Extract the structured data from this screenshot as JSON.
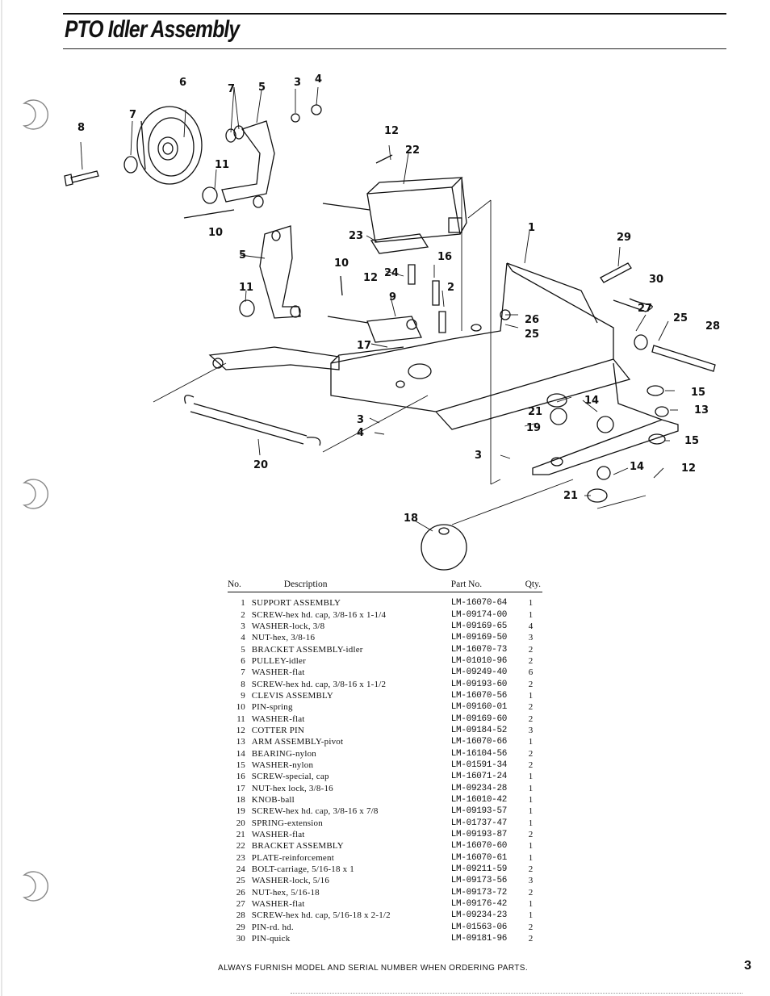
{
  "page": {
    "title": "PTO Idler Assembly",
    "footer": "ALWAYS FURNISH MODEL AND SERIAL NUMBER WHEN ORDERING PARTS.",
    "page_number": "3"
  },
  "table": {
    "headers": {
      "no": "No.",
      "description": "Description",
      "part_no": "Part No.",
      "qty": "Qty."
    },
    "rows": [
      {
        "no": "1",
        "description": "SUPPORT ASSEMBLY",
        "part_no": "LM-16070-64",
        "qty": "1"
      },
      {
        "no": "2",
        "description": "SCREW-hex hd. cap, 3/8-16 x 1-1/4",
        "part_no": "LM-09174-00",
        "qty": "1"
      },
      {
        "no": "3",
        "description": "WASHER-lock, 3/8",
        "part_no": "LM-09169-65",
        "qty": "4"
      },
      {
        "no": "4",
        "description": "NUT-hex, 3/8-16",
        "part_no": "LM-09169-50",
        "qty": "3"
      },
      {
        "no": "5",
        "description": "BRACKET ASSEMBLY-idler",
        "part_no": "LM-16070-73",
        "qty": "2"
      },
      {
        "no": "6",
        "description": "PULLEY-idler",
        "part_no": "LM-01010-96",
        "qty": "2"
      },
      {
        "no": "7",
        "description": "WASHER-flat",
        "part_no": "LM-09249-40",
        "qty": "6"
      },
      {
        "no": "8",
        "description": "SCREW-hex hd. cap, 3/8-16 x 1-1/2",
        "part_no": "LM-09193-60",
        "qty": "2"
      },
      {
        "no": "9",
        "description": "CLEVIS ASSEMBLY",
        "part_no": "LM-16070-56",
        "qty": "1"
      },
      {
        "no": "10",
        "description": "PIN-spring",
        "part_no": "LM-09160-01",
        "qty": "2"
      },
      {
        "no": "11",
        "description": "WASHER-flat",
        "part_no": "LM-09169-60",
        "qty": "2"
      },
      {
        "no": "12",
        "description": "COTTER PIN",
        "part_no": "LM-09184-52",
        "qty": "3"
      },
      {
        "no": "13",
        "description": "ARM ASSEMBLY-pivot",
        "part_no": "LM-16070-66",
        "qty": "1"
      },
      {
        "no": "14",
        "description": "BEARING-nylon",
        "part_no": "LM-16104-56",
        "qty": "2"
      },
      {
        "no": "15",
        "description": "WASHER-nylon",
        "part_no": "LM-01591-34",
        "qty": "2"
      },
      {
        "no": "16",
        "description": "SCREW-special, cap",
        "part_no": "LM-16071-24",
        "qty": "1"
      },
      {
        "no": "17",
        "description": "NUT-hex lock, 3/8-16",
        "part_no": "LM-09234-28",
        "qty": "1"
      },
      {
        "no": "18",
        "description": "KNOB-ball",
        "part_no": "LM-16010-42",
        "qty": "1"
      },
      {
        "no": "19",
        "description": "SCREW-hex hd. cap, 3/8-16 x 7/8",
        "part_no": "LM-09193-57",
        "qty": "1"
      },
      {
        "no": "20",
        "description": "SPRING-extension",
        "part_no": "LM-01737-47",
        "qty": "1"
      },
      {
        "no": "21",
        "description": "WASHER-flat",
        "part_no": "LM-09193-87",
        "qty": "2"
      },
      {
        "no": "22",
        "description": "BRACKET ASSEMBLY",
        "part_no": "LM-16070-60",
        "qty": "1"
      },
      {
        "no": "23",
        "description": "PLATE-reinforcement",
        "part_no": "LM-16070-61",
        "qty": "1"
      },
      {
        "no": "24",
        "description": "BOLT-carriage, 5/16-18 x 1",
        "part_no": "LM-09211-59",
        "qty": "2"
      },
      {
        "no": "25",
        "description": "WASHER-lock, 5/16",
        "part_no": "LM-09173-56",
        "qty": "3"
      },
      {
        "no": "26",
        "description": "NUT-hex, 5/16-18",
        "part_no": "LM-09173-72",
        "qty": "2"
      },
      {
        "no": "27",
        "description": "WASHER-flat",
        "part_no": "LM-09176-42",
        "qty": "1"
      },
      {
        "no": "28",
        "description": "SCREW-hex hd. cap, 5/16-18 x 2-1/2",
        "part_no": "LM-09234-23",
        "qty": "1"
      },
      {
        "no": "29",
        "description": "PIN-rd. hd.",
        "part_no": "LM-01563-06",
        "qty": "2"
      },
      {
        "no": "30",
        "description": "PIN-quick",
        "part_no": "LM-09181-96",
        "qty": "2"
      }
    ]
  },
  "diagram": {
    "callouts": {
      "c6": "6",
      "c7a": "7",
      "c5a": "5",
      "c3a": "3",
      "c4a": "4",
      "c8": "8",
      "c7b": "7",
      "c11a": "11",
      "c10a": "10",
      "c12a": "12",
      "c22": "22",
      "c1": "1",
      "c29": "29",
      "c30": "30",
      "c23": "23",
      "c5b": "5",
      "c10b": "10",
      "c24": "24",
      "c12b": "12",
      "c16": "16",
      "c2": "2",
      "c9": "9",
      "c11b": "11",
      "c26": "26",
      "c25a": "25",
      "c27": "27",
      "c25b": "25",
      "c28": "28",
      "c17": "17",
      "c15a": "15",
      "c13": "13",
      "c21a": "21",
      "c14a": "14",
      "c19": "19",
      "c3b": "3",
      "c4b": "4",
      "c15b": "15",
      "c20": "20",
      "c3c": "3",
      "c14b": "14",
      "c12c": "12",
      "c21b": "21",
      "c18": "18"
    }
  }
}
